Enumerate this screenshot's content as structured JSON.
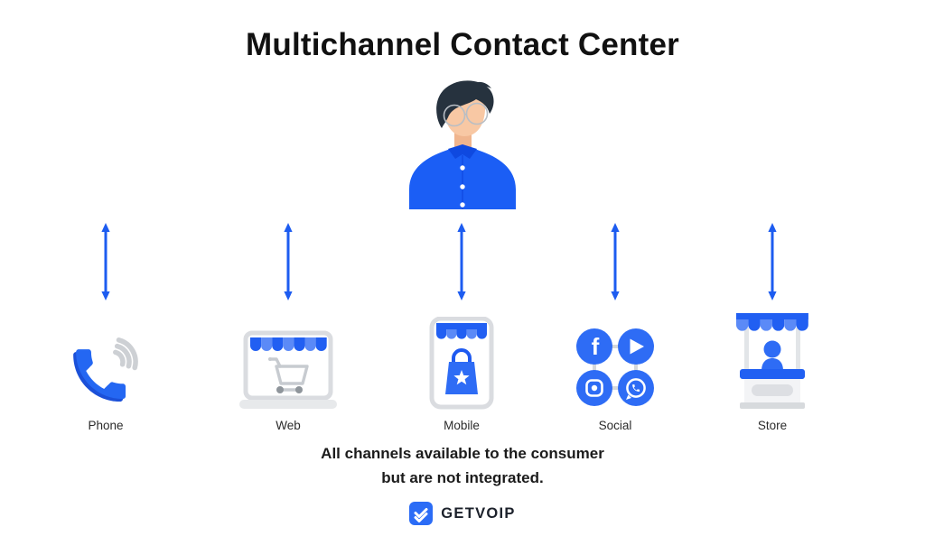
{
  "title": "Multichannel Contact Center",
  "person": {
    "icon": "consumer-illustration"
  },
  "channels": [
    {
      "label": "Phone",
      "icon": "phone-handset-icon"
    },
    {
      "label": "Web",
      "icon": "laptop-storefront-icon"
    },
    {
      "label": "Mobile",
      "icon": "mobile-storefront-icon"
    },
    {
      "label": "Social",
      "icon": "social-networks-icon"
    },
    {
      "label": "Store",
      "icon": "store-kiosk-icon"
    }
  ],
  "social": {
    "platforms": [
      "facebook",
      "youtube",
      "instagram",
      "whatsapp"
    ],
    "facebook_glyph": "f"
  },
  "caption": {
    "line1": "All channels available to the consumer",
    "line2": "but are not integrated."
  },
  "footer": {
    "brand": "GETVOIP",
    "logo_icon": "double-check-icon"
  },
  "colors": {
    "primary_blue": "#2061f2",
    "mid_blue": "#2e6cf5",
    "light_blue": "#5b8af7",
    "arrow_blue": "#1d5cf0",
    "outline_gray": "#dadce0",
    "wave_gray": "#cdd0d4",
    "text_dark": "#111111"
  }
}
